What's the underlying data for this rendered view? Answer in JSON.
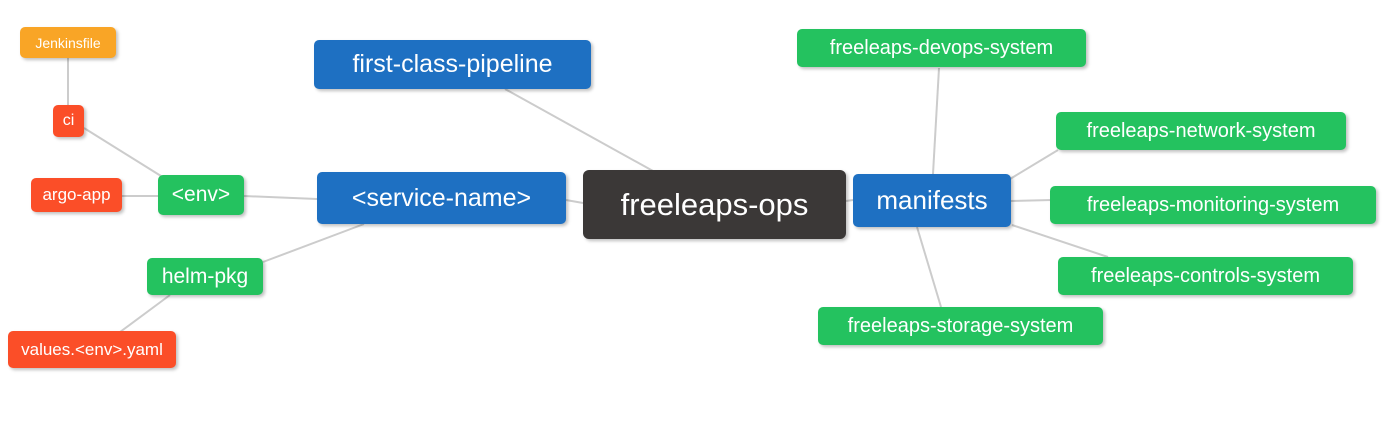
{
  "diagram": {
    "type": "mindmap",
    "background": "#ffffff",
    "edge_color": "#cccccc",
    "palette": {
      "root": "#3b3837",
      "branch_blue": "#1e70c2",
      "leaf_green": "#24c25f",
      "leaf_red": "#fb4e28",
      "leaf_orange": "#f9a526",
      "text": "#ffffff"
    },
    "nodes": [
      {
        "id": "freeleaps-ops",
        "label": "freeleaps-ops",
        "level": 0,
        "color": "#3b3837"
      },
      {
        "id": "first-class-pipeline",
        "label": "first-class-pipeline",
        "level": 1,
        "color": "#1e70c2"
      },
      {
        "id": "service-name",
        "label": "<service-name>",
        "level": 1,
        "color": "#1e70c2"
      },
      {
        "id": "manifests",
        "label": "manifests",
        "level": 1,
        "color": "#1e70c2"
      },
      {
        "id": "env",
        "label": "<env>",
        "level": 2,
        "color": "#24c25f"
      },
      {
        "id": "helm-pkg",
        "label": "helm-pkg",
        "level": 2,
        "color": "#24c25f"
      },
      {
        "id": "ci",
        "label": "ci",
        "level": 3,
        "color": "#fb4e28"
      },
      {
        "id": "argo-app",
        "label": "argo-app",
        "level": 3,
        "color": "#fb4e28"
      },
      {
        "id": "jenkinsfile",
        "label": "Jenkinsfile",
        "level": 4,
        "color": "#f9a526"
      },
      {
        "id": "values-env-yaml",
        "label": "values.<env>.yaml",
        "level": 3,
        "color": "#fb4e28"
      },
      {
        "id": "devops-system",
        "label": "freeleaps-devops-system",
        "level": 2,
        "color": "#24c25f"
      },
      {
        "id": "network-system",
        "label": "freeleaps-network-system",
        "level": 2,
        "color": "#24c25f"
      },
      {
        "id": "monitoring-system",
        "label": "freeleaps-monitoring-system",
        "level": 2,
        "color": "#24c25f"
      },
      {
        "id": "controls-system",
        "label": "freeleaps-controls-system",
        "level": 2,
        "color": "#24c25f"
      },
      {
        "id": "storage-system",
        "label": "freeleaps-storage-system",
        "level": 2,
        "color": "#24c25f"
      }
    ],
    "edges": [
      {
        "from": "freeleaps-ops",
        "to": "first-class-pipeline"
      },
      {
        "from": "freeleaps-ops",
        "to": "service-name"
      },
      {
        "from": "freeleaps-ops",
        "to": "manifests"
      },
      {
        "from": "service-name",
        "to": "env"
      },
      {
        "from": "service-name",
        "to": "helm-pkg"
      },
      {
        "from": "env",
        "to": "ci"
      },
      {
        "from": "env",
        "to": "argo-app"
      },
      {
        "from": "ci",
        "to": "jenkinsfile"
      },
      {
        "from": "helm-pkg",
        "to": "values-env-yaml"
      },
      {
        "from": "manifests",
        "to": "devops-system"
      },
      {
        "from": "manifests",
        "to": "network-system"
      },
      {
        "from": "manifests",
        "to": "monitoring-system"
      },
      {
        "from": "manifests",
        "to": "controls-system"
      },
      {
        "from": "manifests",
        "to": "storage-system"
      }
    ]
  }
}
